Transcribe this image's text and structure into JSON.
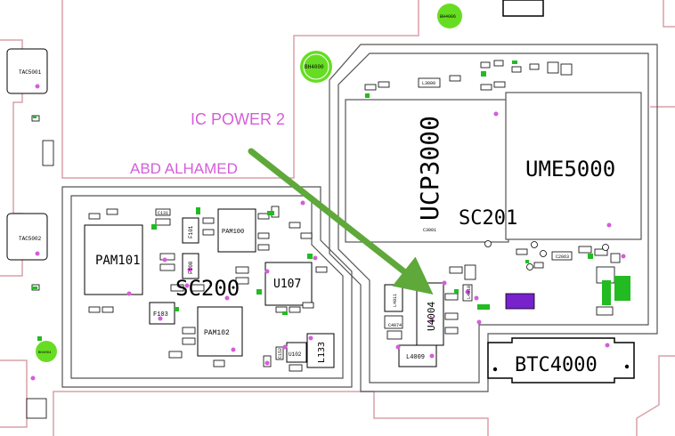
{
  "annotations": {
    "ic_power": "IC POWER 2",
    "author": "ABD ALHAMED"
  },
  "labels": {
    "ucp3000": "UCP3000",
    "ume5000": "UME5000",
    "sc201": "SC201",
    "sc200": "SC200",
    "pam101": "PAM101",
    "pam100": "PAM100",
    "pam102": "PAM102",
    "u107": "U107",
    "u102": "U102",
    "u4004": "U4004",
    "l133": "L133",
    "l4009": "L4009",
    "l3000": "L3000",
    "btc4000": "BTC4000",
    "tac5001": "TAC5001",
    "tac5002": "TAC5002",
    "bh4000": "BH4000",
    "bh4006": "BH4006",
    "bh4004": "BH4004",
    "f101": "F101",
    "f100": "F100",
    "f103": "F103",
    "c131": "C131",
    "c152": "C152",
    "c4074": "C4074",
    "l4011": "L4011",
    "l4010": "L4010",
    "c2063": "C2063",
    "c3001": "C3001"
  },
  "colors": {
    "board_outline": "#d9a0a8",
    "shield_outline": "#555555",
    "annotation": "#d45ed8",
    "arrow": "#5fa83a",
    "mount_hole": "#66dd22",
    "component_green": "#22bb22",
    "chip_purple": "#7722cc"
  }
}
